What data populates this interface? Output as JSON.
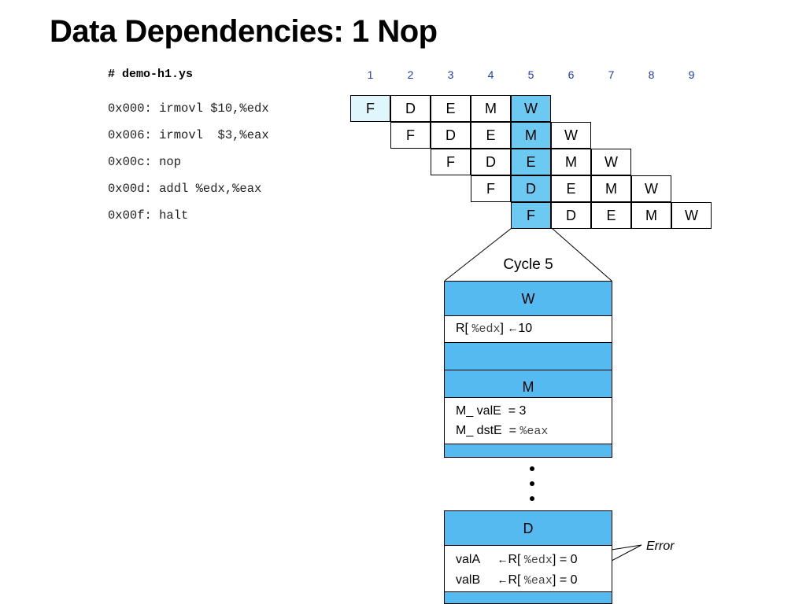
{
  "title": "Data Dependencies: 1 Nop",
  "file": "# demo-h1.ys",
  "code_lines": [
    "0x000: irmovl $10,%edx",
    "0x006: irmovl  $3,%eax",
    "0x00c: nop",
    "0x00d: addl %edx,%eax",
    "0x00f: halt"
  ],
  "cycles": [
    "1",
    "2",
    "3",
    "4",
    "5",
    "6",
    "7",
    "8",
    "9"
  ],
  "stage_labels": [
    "F",
    "D",
    "E",
    "M",
    "W"
  ],
  "cycle_label": "Cycle 5",
  "W_stage": {
    "header": "W",
    "reg_prefix": "R[",
    "reg": "%edx",
    "reg_close": "]",
    "arrow": "←",
    "value": "10"
  },
  "M_stage": {
    "header": "M",
    "line1_label": "M_ valE",
    "line1_eq": "= 3",
    "line2_label": "M_ dstE",
    "line2_eq": "=",
    "line2_reg": "%eax"
  },
  "D_stage": {
    "header": "D",
    "valA_label": "valA",
    "valB_label": "valB",
    "arrow": "←",
    "reg_prefix": "R[",
    "reg_a": "%edx",
    "reg_b": "%eax",
    "reg_close": "] =",
    "value_a": "0",
    "value_b": "0"
  },
  "error_label": "Error",
  "colors": {
    "highlight_cycle": "#6cc9f2",
    "first_cycle": "#dff6fd",
    "stage_band": "#55baf0",
    "cycle_number": "#1f3aa6"
  }
}
